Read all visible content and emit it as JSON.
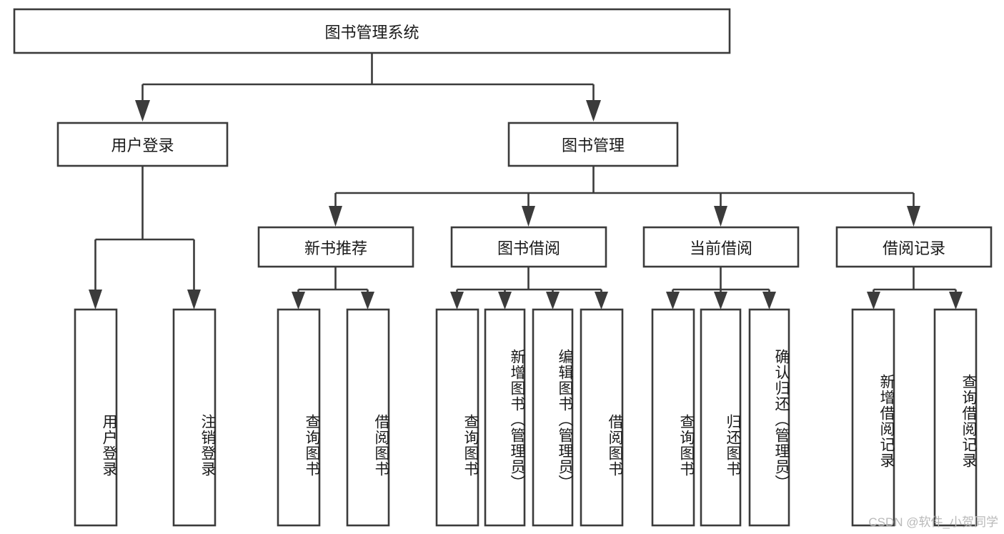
{
  "diagram": {
    "type": "tree-hierarchy-chart",
    "title": "图书管理系统",
    "watermark": "CSDN @软件_小贺同学",
    "colors": {
      "box_fill": "#ffffff",
      "box_stroke": "#3b3b3b",
      "text": "#1a1a1a",
      "background": "#ffffff",
      "watermark": "#b9b9b9"
    },
    "levels": {
      "root": {
        "label": "图书管理系统",
        "orientation": "horizontal"
      },
      "level1": [
        {
          "label": "用户登录",
          "orientation": "horizontal"
        },
        {
          "label": "图书管理",
          "orientation": "horizontal"
        }
      ],
      "level2": [
        {
          "label": "新书推荐",
          "orientation": "horizontal",
          "parent": "图书管理"
        },
        {
          "label": "图书借阅",
          "orientation": "horizontal",
          "parent": "图书管理"
        },
        {
          "label": "当前借阅",
          "orientation": "horizontal",
          "parent": "图书管理"
        },
        {
          "label": "借阅记录",
          "orientation": "horizontal",
          "parent": "图书管理"
        }
      ],
      "leaves": [
        {
          "label": "用户登录",
          "orientation": "vertical",
          "parent": "用户登录"
        },
        {
          "label": "注销登录",
          "orientation": "vertical",
          "parent": "用户登录"
        },
        {
          "label": "查询图书",
          "orientation": "vertical",
          "parent": "新书推荐"
        },
        {
          "label": "借阅图书",
          "orientation": "vertical",
          "parent": "新书推荐"
        },
        {
          "label": "查询图书",
          "orientation": "vertical",
          "parent": "图书借阅"
        },
        {
          "label": "新增图书（管理员）",
          "orientation": "vertical",
          "parent": "图书借阅"
        },
        {
          "label": "编辑图书（管理员）",
          "orientation": "vertical",
          "parent": "图书借阅"
        },
        {
          "label": "借阅图书",
          "orientation": "vertical",
          "parent": "图书借阅"
        },
        {
          "label": "查询图书",
          "orientation": "vertical",
          "parent": "当前借阅"
        },
        {
          "label": "归还图书",
          "orientation": "vertical",
          "parent": "当前借阅"
        },
        {
          "label": "确认归还（管理员）",
          "orientation": "vertical",
          "parent": "当前借阅"
        },
        {
          "label": "新增借阅记录",
          "orientation": "vertical",
          "parent": "借阅记录"
        },
        {
          "label": "查询借阅记录",
          "orientation": "vertical",
          "parent": "借阅记录"
        }
      ]
    }
  }
}
